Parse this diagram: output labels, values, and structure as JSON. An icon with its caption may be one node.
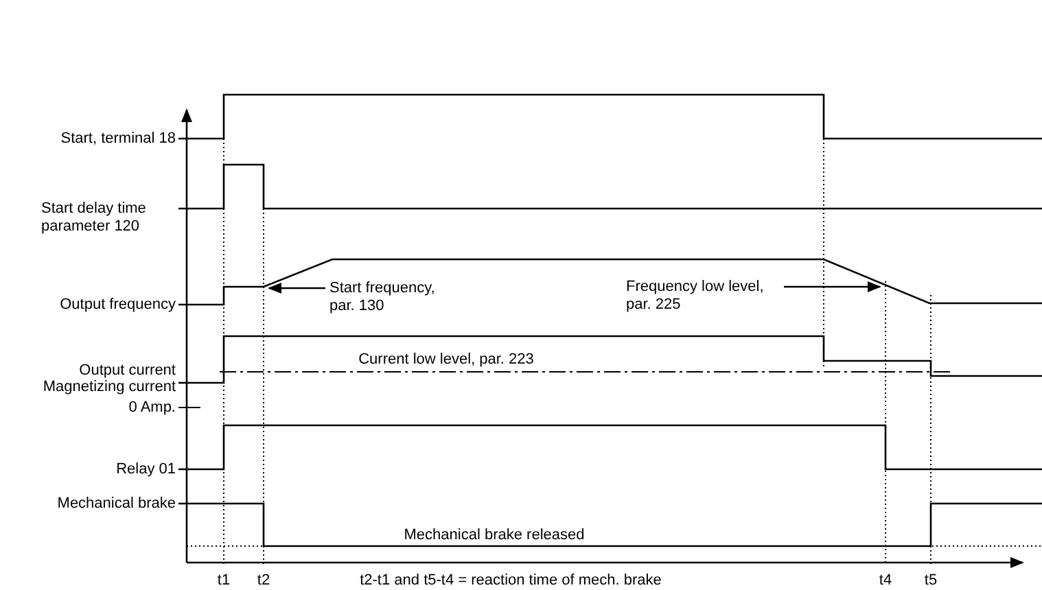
{
  "diagram": {
    "nodes": [
      {
        "text": [
          "Start frequency, par. 130"
        ]
      },
      {
        "text": [
          "Frequency low level, par. 225"
        ]
      }
    ],
    "edges": [
      {
        "from": 0,
        "to": null,
        "arrow": "to"
      },
      {
        "from": 1,
        "to": null,
        "arrow": "to"
      }
    ],
    "labels": [
      "Start, terminal 18",
      "Start delay time parameter 120",
      "Output frequency",
      "Output current",
      "Magnetizing current",
      "0 Amp.",
      "Relay 01",
      "Mechanical brake",
      "Current low level, par. 223",
      "Mechanical brake released",
      "t1",
      "t2",
      "t2-t1 and t5-t4 = reaction time of mech. brake",
      "t4",
      "t5"
    ]
  }
}
